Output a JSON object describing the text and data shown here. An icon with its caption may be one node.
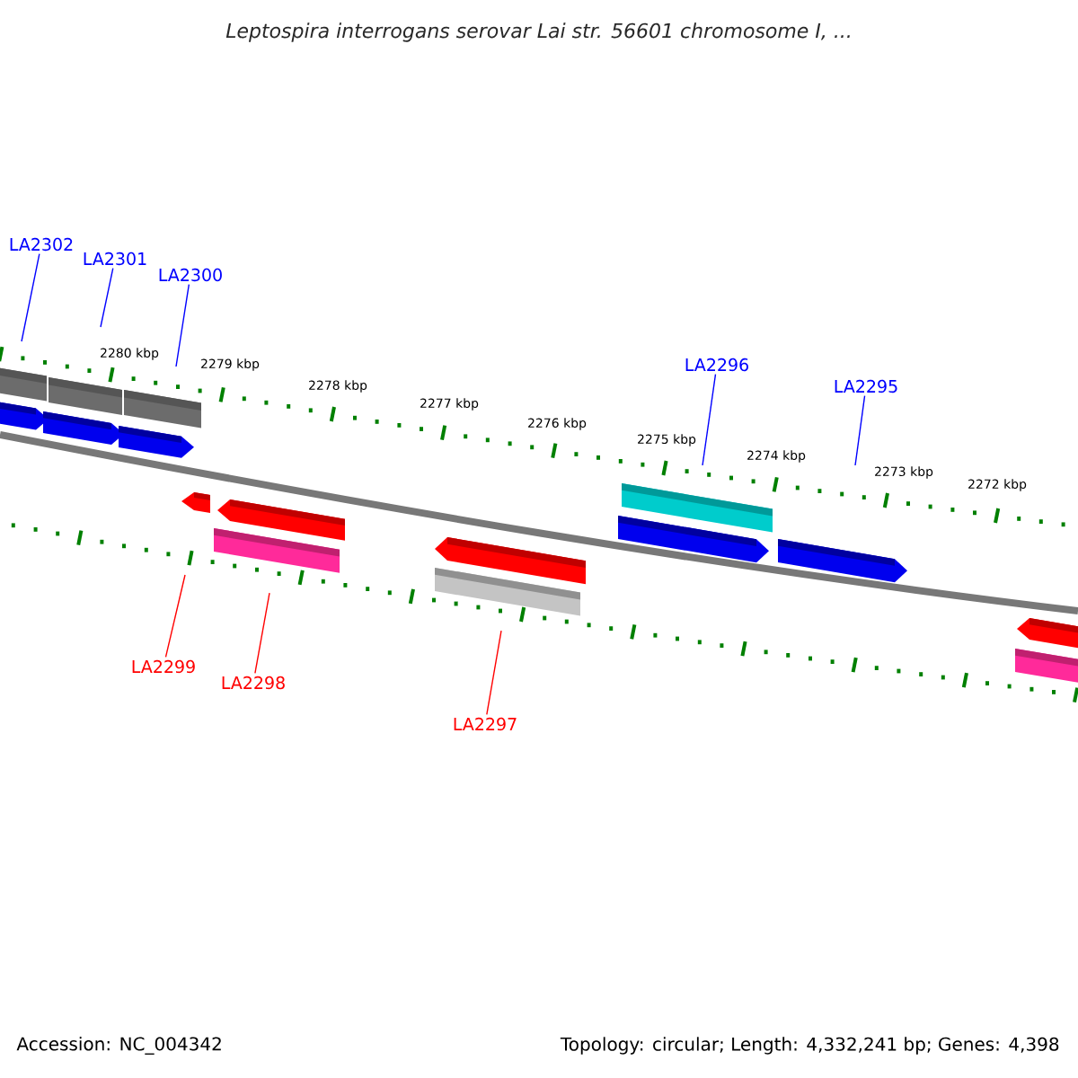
{
  "diagram": {
    "title": "Leptospira interrogans serovar Lai str. 56601 chromosome I, ...",
    "nodes": [
      {
        "text": [
          "LA2302"
        ]
      },
      {
        "text": [
          "LA2301"
        ]
      },
      {
        "text": [
          "LA2300"
        ]
      },
      {
        "text": [
          "LA2296"
        ]
      },
      {
        "text": [
          "LA2295"
        ]
      },
      {
        "text": [
          "LA2299"
        ]
      },
      {
        "text": [
          "LA2298"
        ]
      },
      {
        "text": [
          "LA2297"
        ]
      }
    ],
    "edges": [
      {
        "from": 0,
        "to": null,
        "arrow": "none"
      },
      {
        "from": 1,
        "to": null,
        "arrow": "none"
      },
      {
        "from": 2,
        "to": null,
        "arrow": "none"
      },
      {
        "from": 3,
        "to": null,
        "arrow": "none"
      },
      {
        "from": 4,
        "to": null,
        "arrow": "none"
      },
      {
        "from": 5,
        "to": null,
        "arrow": "none",
        "color": "#ff0000"
      },
      {
        "from": 6,
        "to": null,
        "arrow": "none",
        "color": "#ff0000"
      },
      {
        "from": 7,
        "to": null,
        "arrow": "none",
        "color": "#ff0000"
      }
    ],
    "labels": [
      "2280 kbp",
      "2279 kbp",
      "2278 kbp",
      "2277 kbp",
      "2276 kbp",
      "2275 kbp",
      "2274 kbp",
      "2273 kbp",
      "2272 kbp",
      "Accession: NC_004342",
      "Topology: circular; Length: 4,332,241 bp; Genes: 4,398"
    ]
  }
}
